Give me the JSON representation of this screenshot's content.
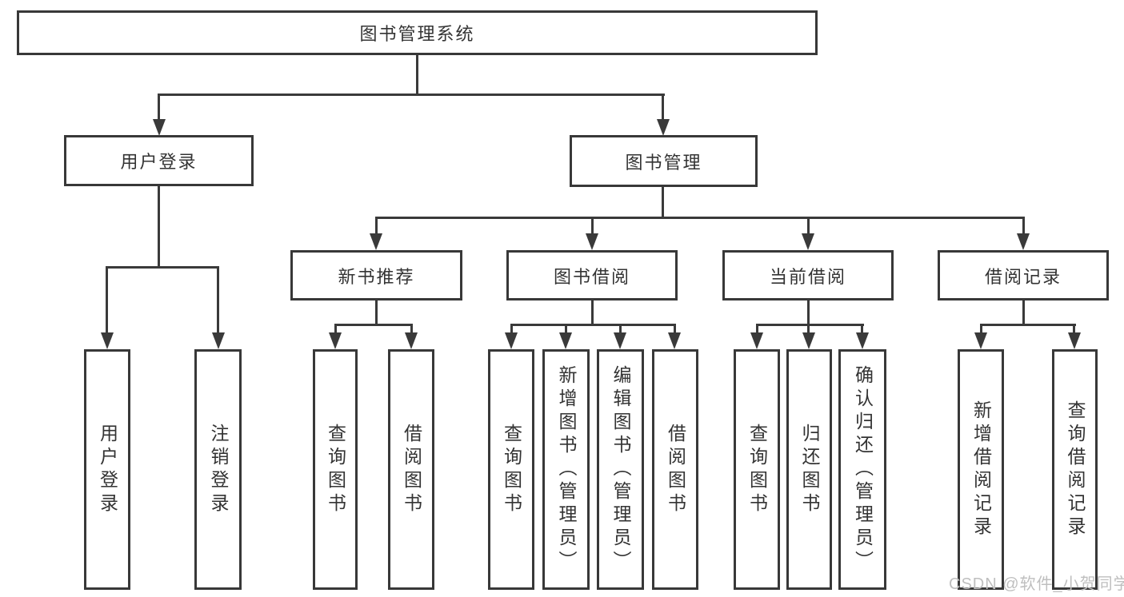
{
  "colors": {
    "line": "#3a3a3a",
    "box-border": "#383838",
    "text": "#333333",
    "watermark": "#bfbfbf",
    "bg": "#ffffff"
  },
  "diagram": {
    "root": {
      "label": "图书管理系统"
    },
    "level1": {
      "user_login": {
        "label": "用户登录"
      },
      "book_management": {
        "label": "图书管理"
      }
    },
    "user_login_children": [
      {
        "label": "用户登录"
      },
      {
        "label": "注销登录"
      }
    ],
    "modules": [
      {
        "label": "新书推荐"
      },
      {
        "label": "图书借阅"
      },
      {
        "label": "当前借阅"
      },
      {
        "label": "借阅记录"
      }
    ],
    "new_book_children": [
      {
        "label": "查询图书"
      },
      {
        "label": "借阅图书"
      }
    ],
    "borrow_children": [
      {
        "label": "查询图书"
      },
      {
        "label": "新增图书（管理员）"
      },
      {
        "label": "编辑图书（管理员）"
      },
      {
        "label": "借阅图书"
      }
    ],
    "current_children": [
      {
        "label": "查询图书"
      },
      {
        "label": "归还图书"
      },
      {
        "label": "确认归还（管理员）"
      }
    ],
    "record_children": [
      {
        "label": "新增借阅记录"
      },
      {
        "label": "查询借阅记录"
      }
    ]
  },
  "watermark": {
    "text": "CSDN @软件_小贺同学"
  }
}
